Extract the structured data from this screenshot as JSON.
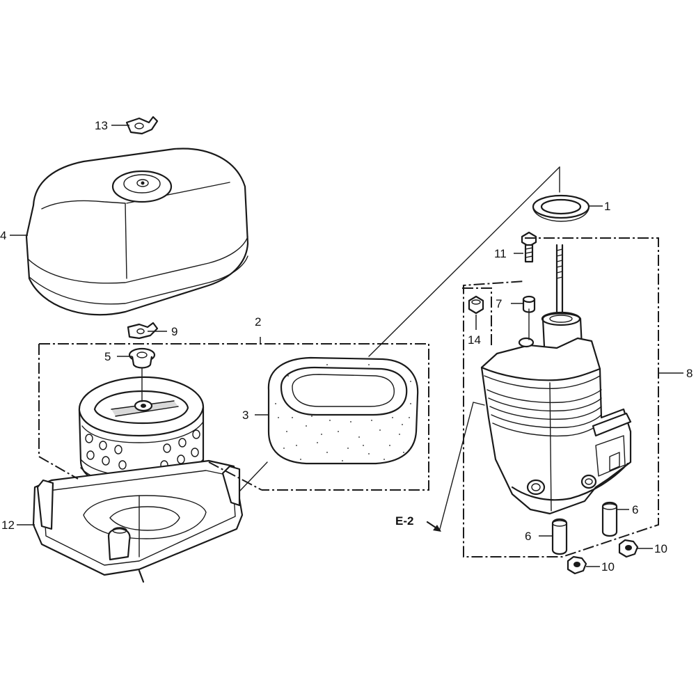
{
  "callouts": {
    "c1": "1",
    "c2": "2",
    "c3": "3",
    "c4": "4",
    "c5": "5",
    "c6a": "6",
    "c6b": "6",
    "c7": "7",
    "c8": "8",
    "c9": "9",
    "c10a": "10",
    "c10b": "10",
    "c11": "11",
    "c12": "12",
    "c13": "13",
    "c14": "14"
  },
  "reference": {
    "label": "E-2"
  },
  "colors": {
    "ink": "#1a1a1a",
    "background": "#ffffff"
  }
}
